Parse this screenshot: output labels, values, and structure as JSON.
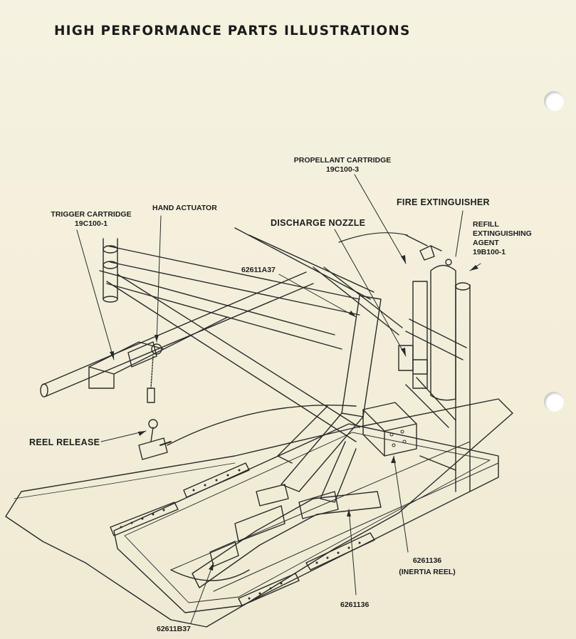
{
  "page": {
    "title": "HIGH PERFORMANCE PARTS ILLUSTRATIONS"
  },
  "labels": {
    "propellant_cartridge": {
      "name": "PROPELLANT CARTRIDGE",
      "part": "19C100-3"
    },
    "fire_extinguisher": {
      "name": "FIRE EXTINGUISHER"
    },
    "refill": {
      "line1": "REFILL",
      "line2": "EXTINGUISHING",
      "line3": "AGENT",
      "part": "19B100-1"
    },
    "trigger_cartridge": {
      "name": "TRIGGER CARTRIDGE",
      "part": "19C100-1"
    },
    "hand_actuator": {
      "name": "HAND ACTUATOR"
    },
    "discharge_nozzle": {
      "name": "DISCHARGE NOZZLE"
    },
    "part_62611a37": {
      "part": "62611A37"
    },
    "reel_release": {
      "name": "REEL RELEASE"
    },
    "inertia_reel": {
      "part": "6261136",
      "note": "(INERTIA REEL)"
    },
    "belt": {
      "part": "6261136"
    },
    "part_62611b37": {
      "part": "62611B37"
    }
  },
  "colors": {
    "paper": "#f3efdc",
    "ink": "#1d1d1d"
  }
}
